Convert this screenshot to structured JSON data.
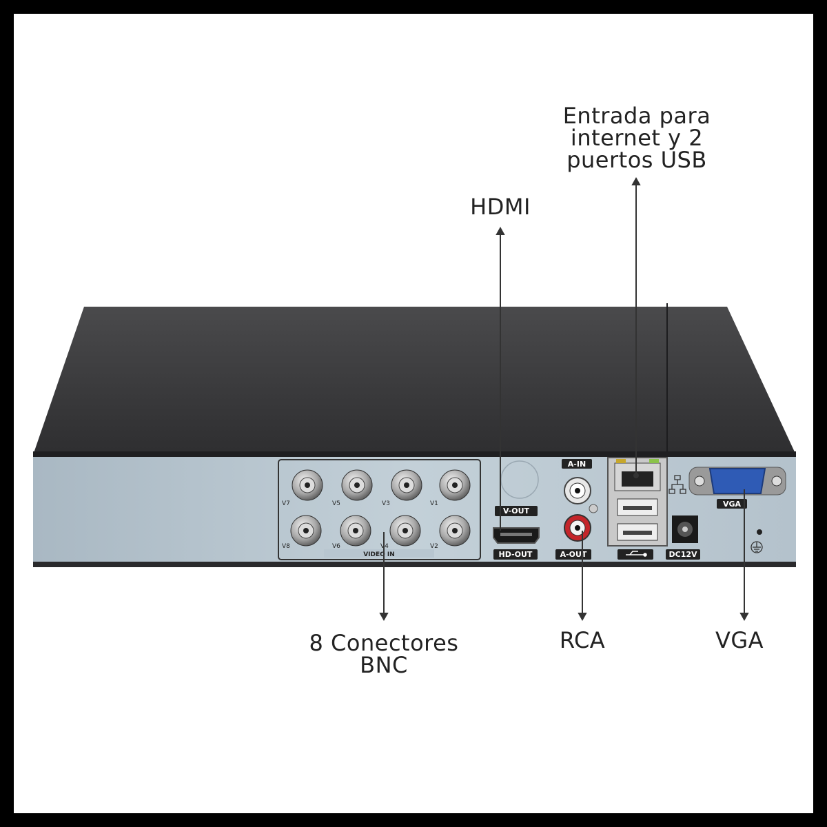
{
  "callouts": {
    "network_usb": [
      "Entrada para",
      "internet y 2",
      "puertos USB"
    ],
    "hdmi": "HDMI",
    "bnc": [
      "8 Conectores",
      "BNC"
    ],
    "rca": "RCA",
    "vga": "VGA"
  },
  "panel": {
    "video_in": "VIDEO IN",
    "v_out": "V-OUT",
    "hd_out": "HD-OUT",
    "a_in": "A-IN",
    "a_out": "A-OUT",
    "dc": "DC12V",
    "vga": "VGA",
    "bnc_top": [
      "V7",
      "V5",
      "V3",
      "V1"
    ],
    "bnc_bottom": [
      "V8",
      "V6",
      "V4",
      "V2"
    ]
  },
  "colors": {
    "frame": "#000000",
    "background": "#ffffff",
    "case_top": "#3a3a3c",
    "rear_panel": "#b8c6d0",
    "vga_port": "#2f5bb5",
    "rca_red": "#c4252a"
  },
  "icons": [
    "usb-icon",
    "network-icon",
    "ground-icon"
  ]
}
